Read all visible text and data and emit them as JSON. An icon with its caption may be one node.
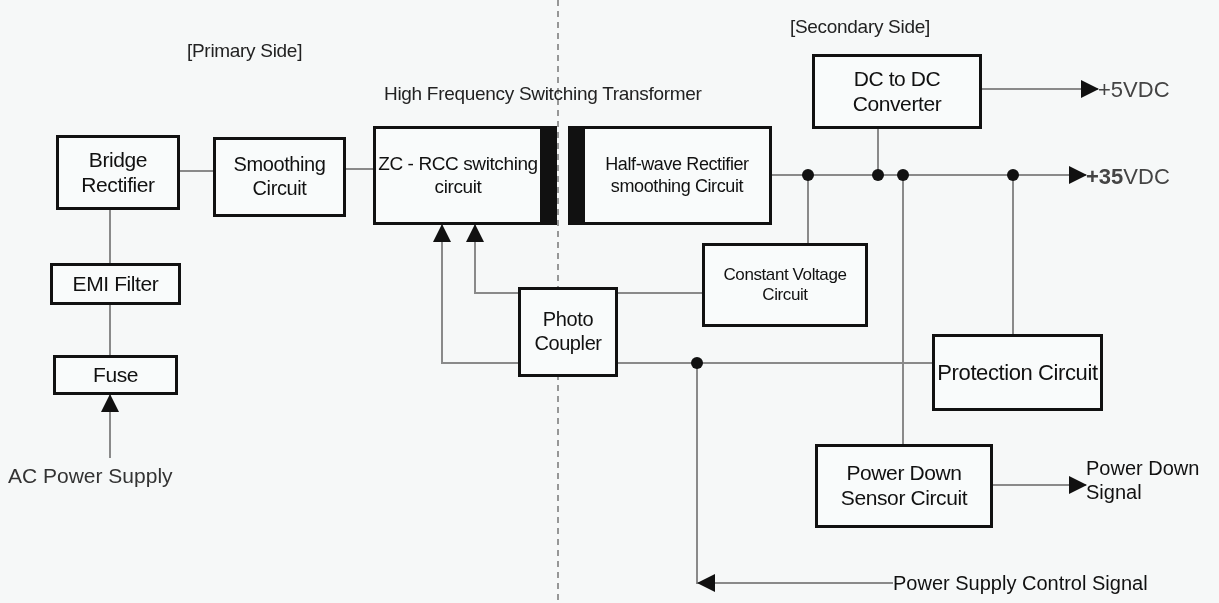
{
  "diagram": {
    "nodes": [
      {
        "text": [
          "Bridge Rectifier"
        ]
      },
      {
        "text": [
          "Smoothing Circuit"
        ]
      },
      {
        "text": [
          "ZC - RCC switching circuit"
        ]
      },
      {
        "text": [
          "Half-wave Rectifier smoothing Circuit"
        ]
      },
      {
        "text": [
          "DC to DC Converter"
        ]
      },
      {
        "text": [
          "Constant Voltage Circuit"
        ]
      },
      {
        "text": [
          "Photo Coupler"
        ]
      },
      {
        "text": [
          "Protection Circuit"
        ]
      },
      {
        "text": [
          "Power Down Sensor Circuit"
        ]
      },
      {
        "text": [
          "EMI Filter"
        ]
      },
      {
        "text": [
          "Fuse"
        ]
      },
      {
        "text": [
          "AC Power Supply"
        ]
      },
      {
        "text": [
          "+5VDC"
        ]
      },
      {
        "text": [
          "**+35**VDC"
        ]
      },
      {
        "text": [
          "Power Down Signal"
        ]
      },
      {
        "text": [
          "Power Supply Control Signal"
        ]
      }
    ],
    "edges": [
      {
        "from": 11,
        "to": 10,
        "arrow": "to"
      },
      {
        "from": 10,
        "to": 9,
        "arrow": "none"
      },
      {
        "from": 9,
        "to": 0,
        "arrow": "none"
      },
      {
        "from": 0,
        "to": 1,
        "arrow": "none"
      },
      {
        "from": 1,
        "to": 2,
        "arrow": "none"
      },
      {
        "from": 3,
        "to": 13,
        "arrow": "to"
      },
      {
        "from": 3,
        "to": 4,
        "arrow": "none"
      },
      {
        "from": 3,
        "to": 5,
        "arrow": "none"
      },
      {
        "from": 3,
        "to": 8,
        "arrow": "none"
      },
      {
        "from": 3,
        "to": 7,
        "arrow": "none"
      },
      {
        "from": 4,
        "to": 12,
        "arrow": "to"
      },
      {
        "from": 5,
        "to": 6,
        "arrow": "none"
      },
      {
        "from": 6,
        "to": 2,
        "arrow": "to"
      },
      {
        "from": 7,
        "to": 6,
        "arrow": "none"
      },
      {
        "from": 6,
        "to": 2,
        "arrow": "to"
      },
      {
        "from": 15,
        "to": 6,
        "arrow": "to"
      },
      {
        "from": 8,
        "to": 14,
        "arrow": "to"
      }
    ],
    "labels": [
      "[Primary Side]",
      "[Secondary Side]",
      "High Frequency Switching Transformer"
    ]
  }
}
